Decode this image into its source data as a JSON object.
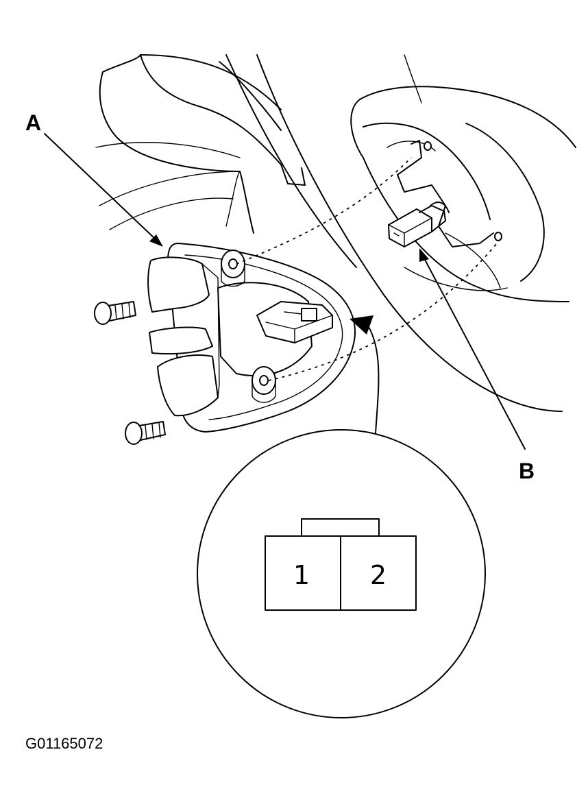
{
  "labels": {
    "a": "A",
    "b": "B"
  },
  "connector": {
    "pin1": "1",
    "pin2": "2"
  },
  "figure_code": "G01165072"
}
